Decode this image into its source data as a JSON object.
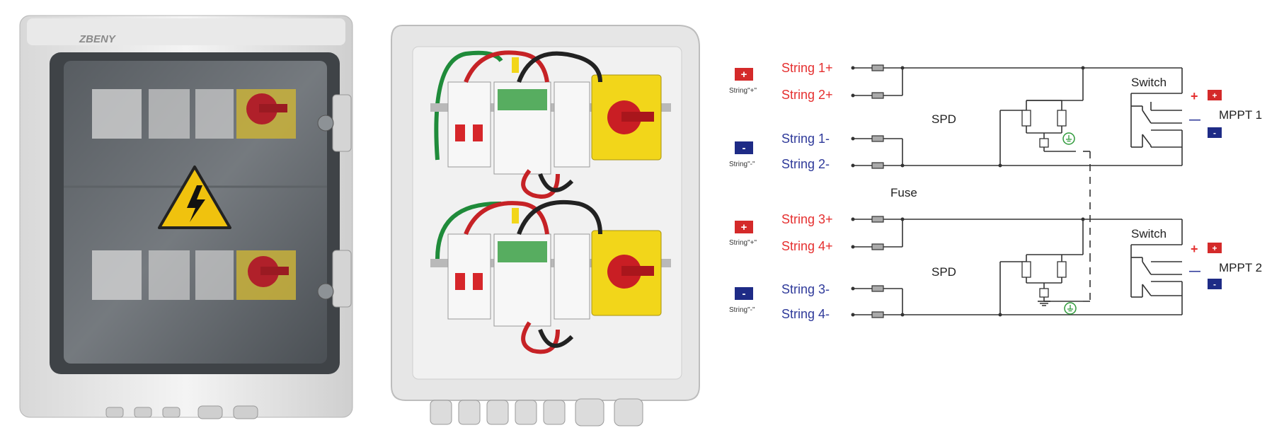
{
  "brand": "ZBENY",
  "diagram": {
    "groups": [
      {
        "positive": {
          "badge": "+",
          "caption": "String\"+\"",
          "strings": [
            "String 1+",
            "String 2+"
          ]
        },
        "negative": {
          "badge": "-",
          "caption": "String\"-\"",
          "strings": [
            "String 1-",
            "String 2-"
          ]
        },
        "spd_label": "SPD",
        "switch_label": "Switch",
        "mppt_label": "MPPT 1",
        "plus_sign": "+",
        "minus_sign": "—",
        "plus_badge": "+",
        "minus_badge": "-"
      },
      {
        "positive": {
          "badge": "+",
          "caption": "String\"+\"",
          "strings": [
            "String 3+",
            "String 4+"
          ]
        },
        "negative": {
          "badge": "-",
          "caption": "String\"-\"",
          "strings": [
            "String 3-",
            "String 4-"
          ]
        },
        "spd_label": "SPD",
        "switch_label": "Switch",
        "mppt_label": "MPPT 2",
        "plus_sign": "+",
        "minus_sign": "—",
        "plus_badge": "+",
        "minus_badge": "-"
      }
    ],
    "fuse_label": "Fuse"
  },
  "colors": {
    "positive_text": "#e53030",
    "negative_text": "#2f3a9a",
    "positive_badge": "#d42a2a",
    "negative_badge": "#1e2b86",
    "line": "#333333",
    "ground": "#2e9a3a"
  }
}
